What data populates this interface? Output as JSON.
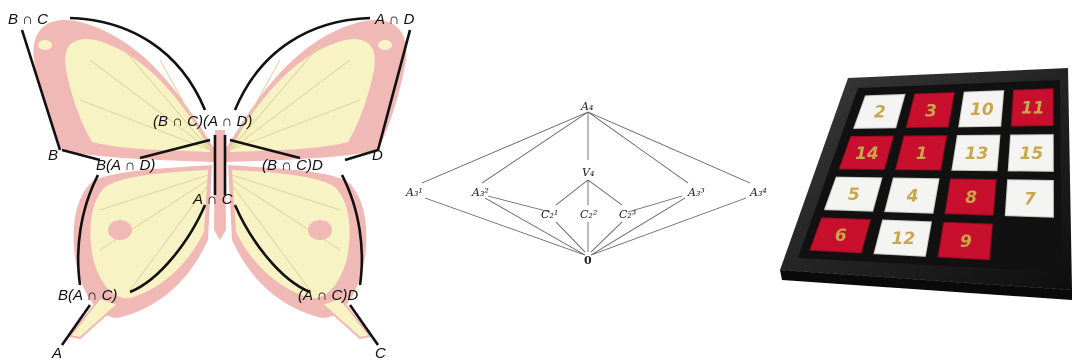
{
  "colors": {
    "wing_pink": "#f1b9b6",
    "wing_yellow": "#f8f3c4",
    "vein": "#e4dcaa",
    "tile_red": "#c8102e",
    "tile_white": "#f4f4f2",
    "tile_number": "#c9a74a",
    "frame": "#1c1c1c"
  },
  "butterfly": {
    "labels": {
      "top_left": "B ∩ C",
      "top_right": "A ∩ D",
      "center_top": "(B ∩ C)(A ∩ D)",
      "mid_left_outer": "B",
      "mid_left_inner": "B(A ∩ D)",
      "mid_right_inner": "(B ∩ C)D",
      "mid_right_outer": "D",
      "center": "A ∩ C",
      "low_left": "B(A ∩ C)",
      "low_right": "(A ∩ C)D",
      "bottom_left": "A",
      "bottom_right": "C"
    }
  },
  "lattice": {
    "top": "A₄",
    "v4": "V₄",
    "a3_1": "A₃¹",
    "a3_2": "A₃²",
    "a3_3": "A₃³",
    "a3_4": "A₃⁴",
    "c2_1": "C₂¹",
    "c2_2": "C₂²",
    "c2_3": "C₂³",
    "bottom": "0"
  },
  "puzzle": {
    "tiles": [
      {
        "n": "2",
        "color": "white"
      },
      {
        "n": "3",
        "color": "red"
      },
      {
        "n": "10",
        "color": "white"
      },
      {
        "n": "11",
        "color": "red"
      },
      {
        "n": "14",
        "color": "red"
      },
      {
        "n": "1",
        "color": "red"
      },
      {
        "n": "13",
        "color": "white"
      },
      {
        "n": "15",
        "color": "white"
      },
      {
        "n": "5",
        "color": "white"
      },
      {
        "n": "4",
        "color": "white"
      },
      {
        "n": "8",
        "color": "red"
      },
      {
        "n": "7",
        "color": "white"
      },
      {
        "n": "6",
        "color": "red"
      },
      {
        "n": "12",
        "color": "white"
      },
      {
        "n": "9",
        "color": "red"
      },
      {
        "n": "",
        "color": "empty"
      }
    ]
  }
}
